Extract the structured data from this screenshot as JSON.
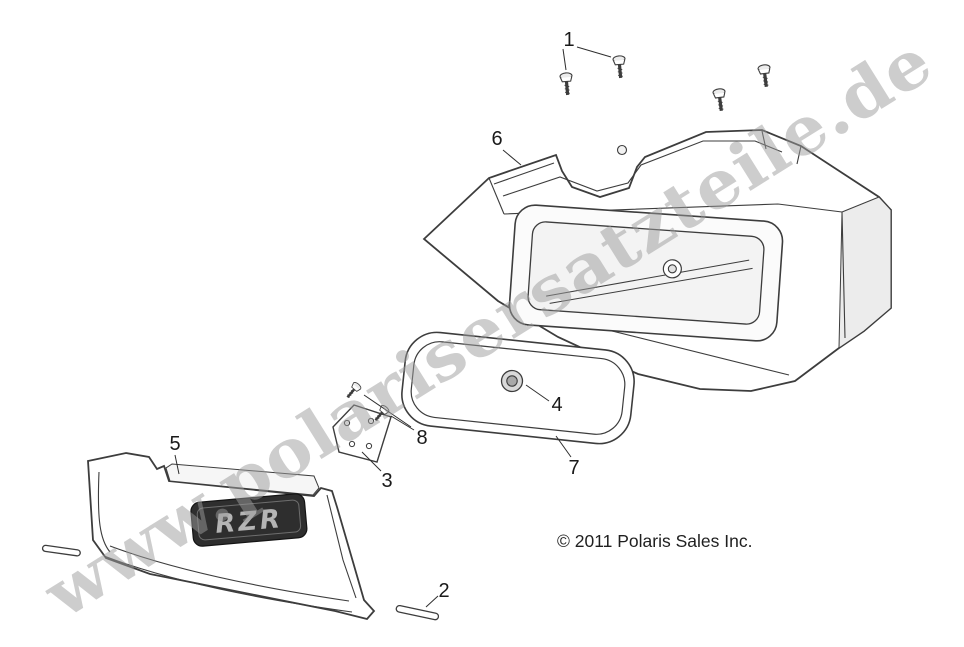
{
  "colors": {
    "line": "#3d3d3d",
    "watermark": "#9c9c9c",
    "label_text": "#1a1a1a",
    "badge_background": "#2e2e2e",
    "badge_text": "#b5b5b5"
  },
  "watermark": {
    "text": "www.polarisersatzteile.de"
  },
  "footer": {
    "copyright": "© 2011 Polaris Sales Inc."
  },
  "badge": {
    "text": "RZR"
  },
  "callouts": [
    {
      "part": "1"
    },
    {
      "part": "2"
    },
    {
      "part": "3"
    },
    {
      "part": "4"
    },
    {
      "part": "5"
    },
    {
      "part": "6"
    },
    {
      "part": "7"
    },
    {
      "part": "8"
    }
  ]
}
